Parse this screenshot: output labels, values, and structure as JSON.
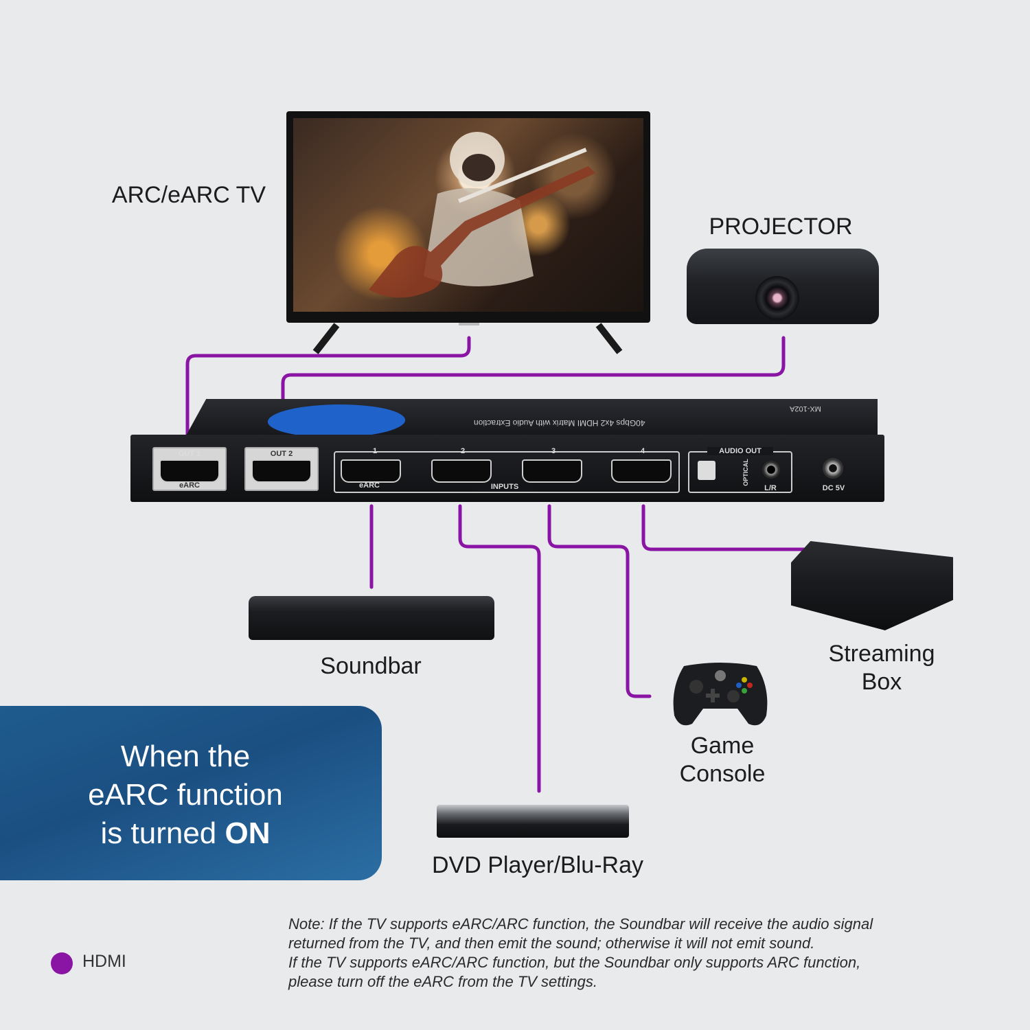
{
  "labels": {
    "tv": "ARC/eARC TV",
    "projector": "PROJECTOR",
    "soundbar": "Soundbar",
    "dvd": "DVD Player/Blu-Ray",
    "console_line1": "Game",
    "console_line2": "Console",
    "stream_line1": "Streaming",
    "stream_line2": "Box"
  },
  "unit": {
    "top_text": "40Gbps 4x2 HDMI Matrix with Audio Extraction",
    "model": "MX-102A",
    "out1": "OUT 1",
    "out1_sub": "eARC",
    "out2": "OUT 2",
    "in1": "1",
    "in1_sub": "eARC",
    "in2": "2",
    "in3": "3",
    "in4": "4",
    "inputs": "INPUTS",
    "audio_out": "AUDIO OUT",
    "optical": "OPTICAL",
    "lr": "L/R",
    "dc": "DC 5V"
  },
  "panel": {
    "line1": "When the",
    "line2": "eARC function",
    "line3_prefix": "is turned ",
    "line3_bold": "ON"
  },
  "legend": {
    "label": "HDMI",
    "color": "#8a14a4"
  },
  "note": {
    "line1": "Note: If the TV supports eARC/ARC function, the Soundbar will receive the audio signal",
    "line2": "returned from the TV, and then emit the sound; otherwise it will not emit sound.",
    "line3": "If the TV supports eARC/ARC function, but the Soundbar only supports ARC function,",
    "line4": "please turn off the eARC from the TV settings."
  },
  "colors": {
    "background": "#e8eaec",
    "wire": "#8a14a4",
    "panel": "#1f5c8e"
  }
}
